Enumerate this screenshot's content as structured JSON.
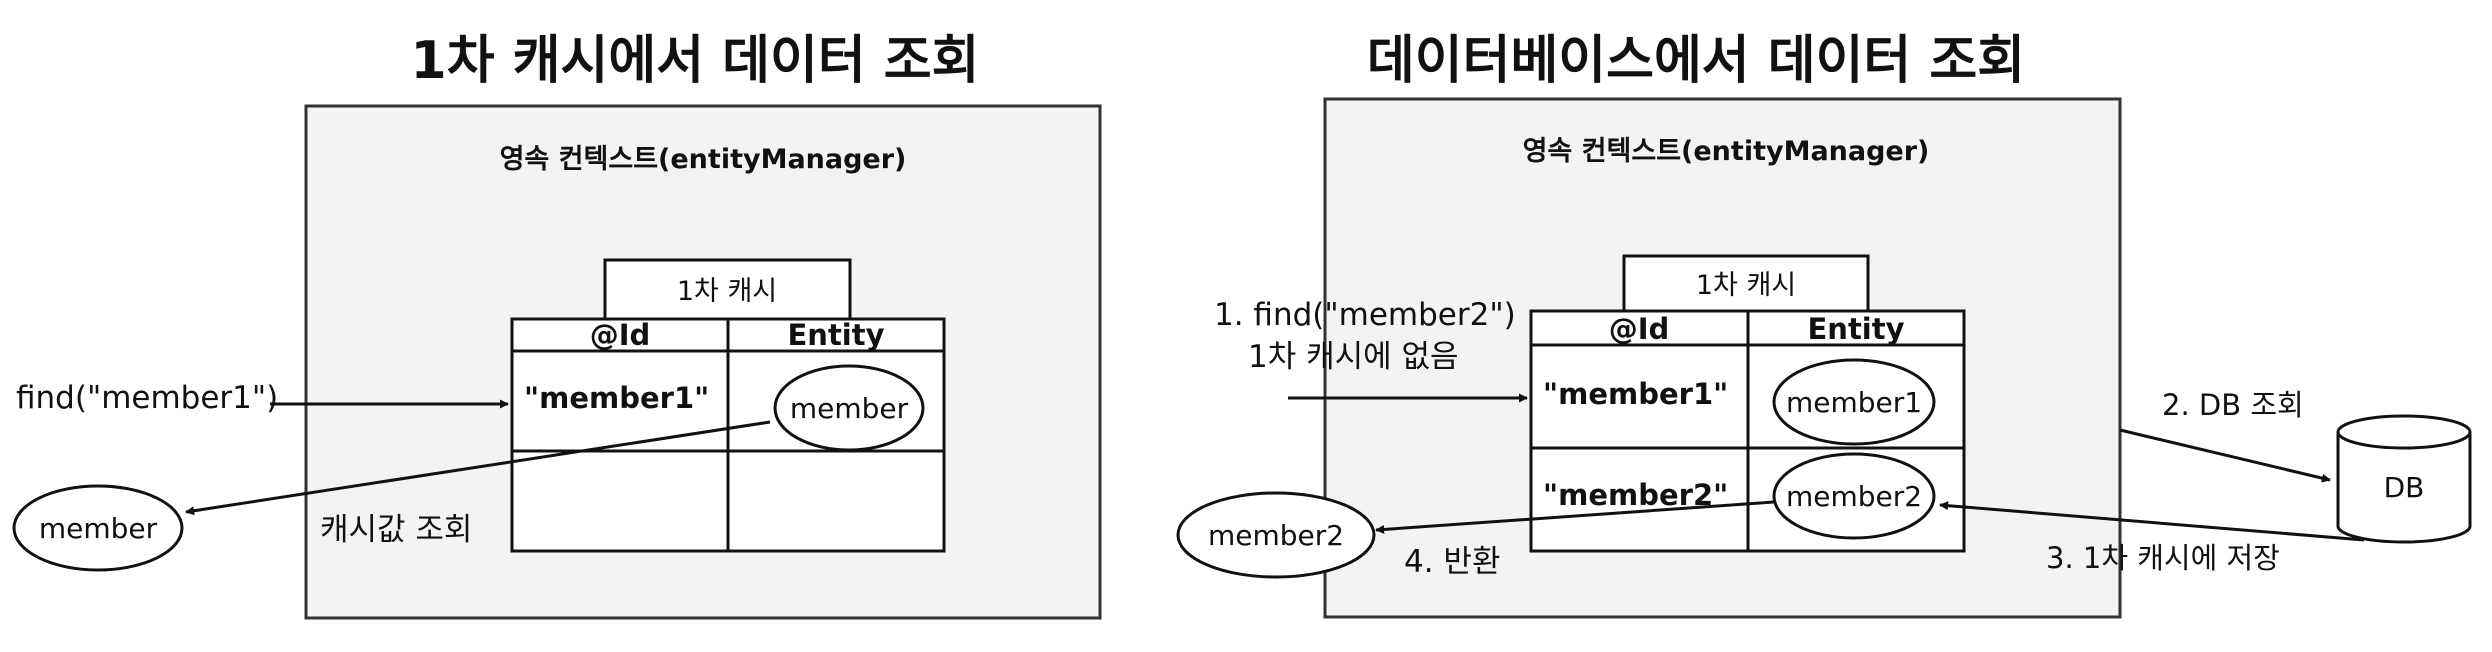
{
  "left": {
    "title": "1차 캐시에서 데이터 조회",
    "context_label": "영속 컨텍스트(entityManager)",
    "cache_label": "1차 캐시",
    "col_id": "@Id",
    "col_entity": "Entity",
    "row1_key": "\"member1\"",
    "row1_entity": "member",
    "find_call": "find(\"member1\")",
    "result": "member",
    "lookup_label": "캐시값 조회"
  },
  "right": {
    "title": "데이터베이스에서 데이터 조회",
    "context_label": "영속 컨텍스트(entityManager)",
    "cache_label": "1차 캐시",
    "col_id": "@Id",
    "col_entity": "Entity",
    "row1_key": "\"member1\"",
    "row1_entity": "member1",
    "row2_key": "\"member2\"",
    "row2_entity": "member2",
    "step1_line1": "1. find(\"member2\")",
    "step1_line2": "1차 캐시에 없음",
    "step2": "2. DB 조회",
    "step3": "3. 1차 캐시에 저장",
    "step4": "4. 반환",
    "db_label": "DB",
    "result": "member2"
  }
}
